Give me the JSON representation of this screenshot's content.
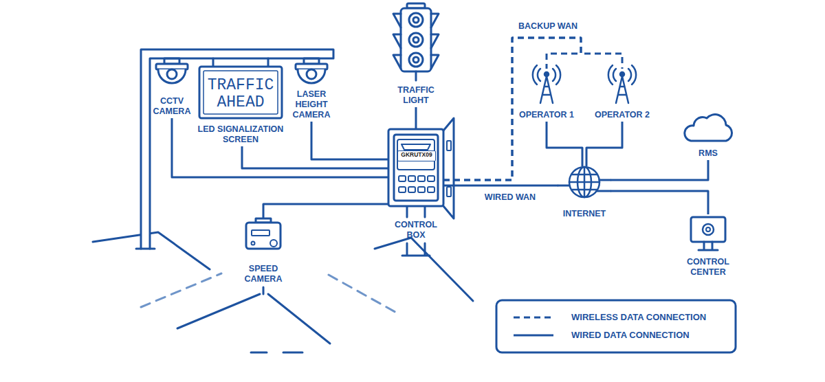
{
  "diagram": {
    "nodes": [
      {
        "text": [
          "CCTV CAMERA"
        ]
      },
      {
        "text": [
          "TRAFFIC AHEAD",
          "LED SIGNALIZATION SCREEN"
        ]
      },
      {
        "text": [
          "LASER HEIGHT CAMERA"
        ]
      },
      {
        "text": [
          "TRAFFIC LIGHT"
        ]
      },
      {
        "text": [
          "CONTROL BOX"
        ]
      },
      {
        "text": [
          "GKRUTX09"
        ],
        "in": 4
      },
      {
        "text": [
          "SPEED CAMERA"
        ]
      },
      {
        "text": [
          "OPERATOR 1"
        ]
      },
      {
        "text": [
          "OPERATOR 2"
        ]
      },
      {
        "text": [
          "INTERNET"
        ]
      },
      {
        "text": [
          "RMS"
        ]
      },
      {
        "text": [
          "CONTROL CENTER"
        ]
      }
    ],
    "edges": [
      {
        "from": 0,
        "to": 4,
        "arrow": "none"
      },
      {
        "from": 1,
        "to": 4,
        "arrow": "none"
      },
      {
        "from": 2,
        "to": 4,
        "arrow": "none"
      },
      {
        "from": 3,
        "to": 4,
        "arrow": "none"
      },
      {
        "from": 6,
        "to": 4,
        "arrow": "none"
      },
      {
        "from": 4,
        "to": 9,
        "label": "WIRED WAN",
        "arrow": "none"
      },
      {
        "from": 4,
        "to": 7,
        "label": "BACKUP WAN",
        "arrow": "none"
      },
      {
        "from": 4,
        "to": 8,
        "arrow": "none"
      },
      {
        "from": 7,
        "to": 9,
        "arrow": "none"
      },
      {
        "from": 8,
        "to": 9,
        "arrow": "none"
      },
      {
        "from": 9,
        "to": 10,
        "arrow": "none"
      },
      {
        "from": 9,
        "to": 11,
        "arrow": "none"
      }
    ],
    "legend": [
      {
        "text": "WIRELESS DATA CONNECTION"
      },
      {
        "text": "WIRED DATA CONNECTION"
      }
    ]
  }
}
